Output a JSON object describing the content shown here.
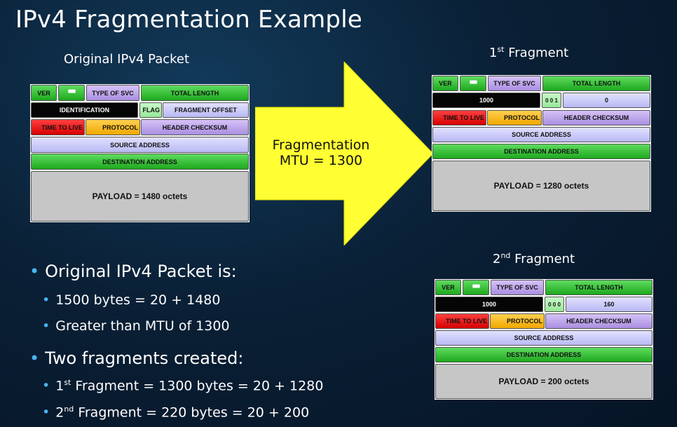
{
  "title": "IPv4 Fragmentation Example",
  "original": {
    "label": "Original IPv4 Packet",
    "ver": "VER",
    "type_of_svc": "TYPE OF SVC",
    "total_length": "TOTAL LENGTH",
    "identification": "IDENTIFICATION",
    "flag": "FLAG",
    "fragment_offset": "FRAGMENT OFFSET",
    "time_to_live": "TIME TO LIVE",
    "protocol": "PROTOCOL",
    "header_checksum": "HEADER CHECKSUM",
    "source_address": "SOURCE ADDRESS",
    "destination_address": "DESTINATION ADDRESS",
    "payload": "PAYLOAD = 1480 octets"
  },
  "arrow": {
    "line1": "Fragmentation",
    "line2": "MTU = 1300",
    "color": "#ffff33"
  },
  "fragment1": {
    "label_num": "1",
    "label_sup": "st",
    "label_rest": " Fragment",
    "ver": "VER",
    "type_of_svc": "TYPE OF SVC",
    "total_length": "TOTAL LENGTH",
    "identification": "1000",
    "flag": "0 0 1",
    "fragment_offset": "0",
    "time_to_live": "TIME TO LIVE",
    "protocol": "PROTOCOL",
    "header_checksum": "HEADER CHECKSUM",
    "source_address": "SOURCE ADDRESS",
    "destination_address": "DESTINATION ADDRESS",
    "payload": "PAYLOAD = 1280 octets"
  },
  "fragment2": {
    "label_num": "2",
    "label_sup": "nd",
    "label_rest": " Fragment",
    "ver": "VER",
    "type_of_svc": "TYPE OF SVC",
    "total_length": "TOTAL LENGTH",
    "identification": "1000",
    "flag": "0 0 0",
    "fragment_offset": "160",
    "time_to_live": "TIME TO LIVE",
    "protocol": "PROTOCOL",
    "header_checksum": "HEADER CHECKSUM",
    "source_address": "SOURCE ADDRESS",
    "destination_address": "DESTINATION ADDRESS",
    "payload": "PAYLOAD = 200 octets"
  },
  "bullets": {
    "b1": "Original IPv4 Packet is:",
    "b1a": "1500 bytes = 20 + 1480",
    "b1b": "Greater than MTU of 1300",
    "b2": "Two fragments created:",
    "b2a_num": "1",
    "b2a_sup": "st",
    "b2a_rest": " Fragment = 1300 bytes = 20 + 1280",
    "b2b_num": "2",
    "b2b_sup": "nd",
    "b2b_rest": " Fragment = 220 bytes = 20 + 200"
  },
  "colors": {
    "bullet_dot": "#4ab4f0",
    "background": "#0a2036"
  }
}
